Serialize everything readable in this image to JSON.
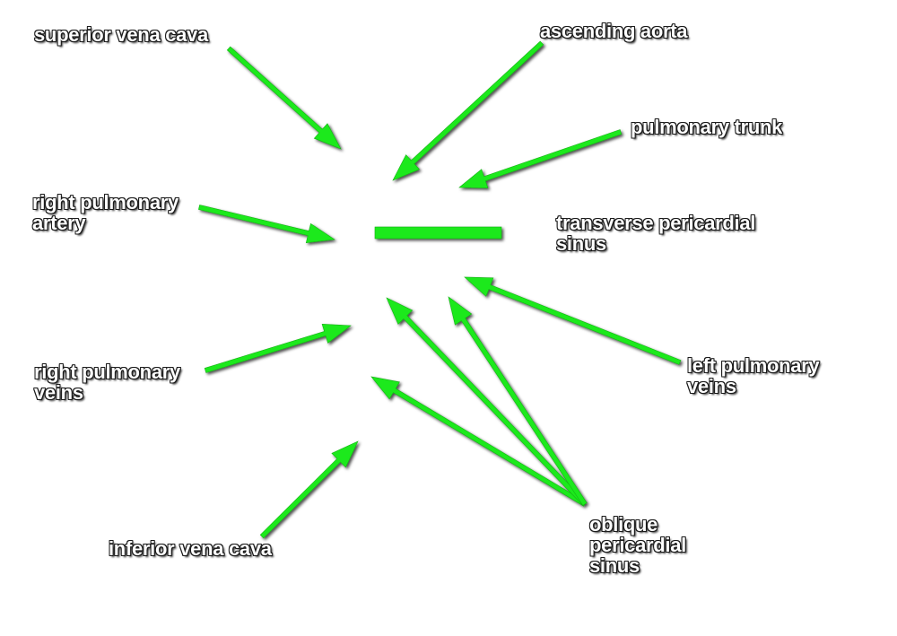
{
  "accent_color": "#1de91d",
  "labels": {
    "superior_vena_cava": "superior vena cava",
    "ascending_aorta": "ascending aorta",
    "pulmonary_trunk": "pulmonary trunk",
    "right_pulmonary_artery": [
      "right pulmonary",
      "artery"
    ],
    "transverse_pericardial_sinus": [
      "transverse pericardial",
      "sinus"
    ],
    "right_pulmonary_veins": [
      "right pulmonary",
      "veins"
    ],
    "left_pulmonary_veins": [
      "left pulmonary",
      "veins"
    ],
    "inferior_vena_cava": "inferior vena cava",
    "oblique_pericardial_sinus": [
      "oblique",
      "pericardial",
      "sinus"
    ]
  }
}
